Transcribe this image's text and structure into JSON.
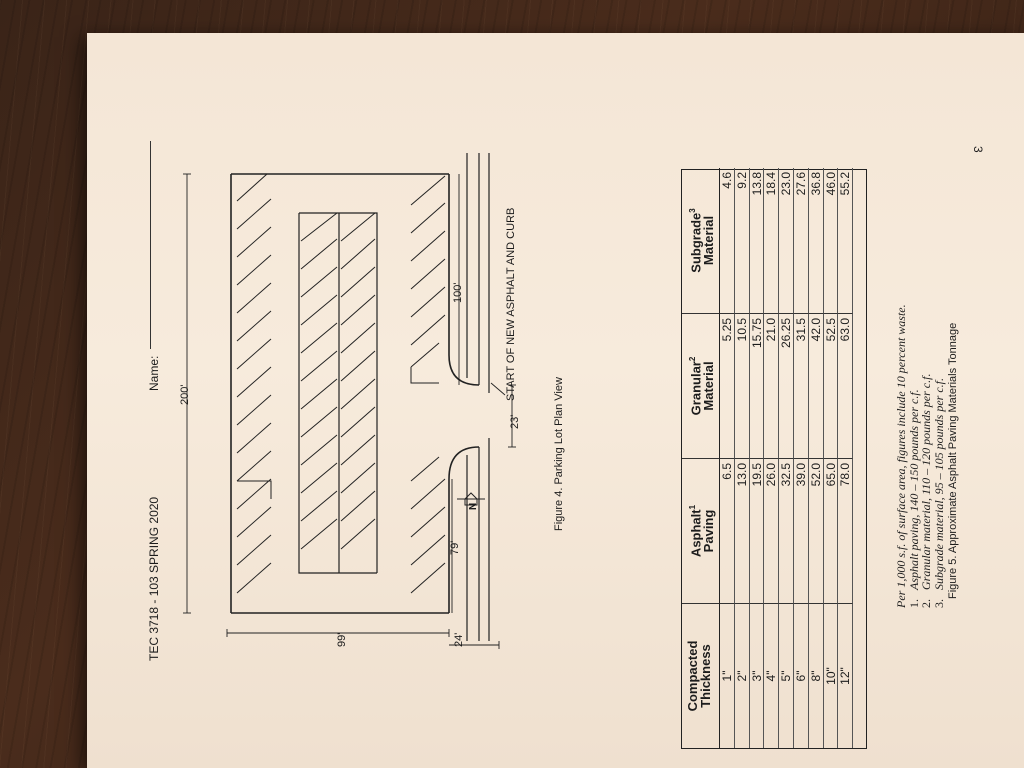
{
  "header": {
    "course": "TEC 3718 - 103 SPRING 2020",
    "name_label": "Name:"
  },
  "page_number": "3",
  "plan": {
    "dim_99": "99'",
    "dim_24": "24'",
    "dim_200": "200'",
    "dim_79": "79'",
    "dim_23": "23'",
    "dim_100": "100'",
    "north": "N",
    "start_label": "START OF NEW ASPHALT AND CURB",
    "caption": "Figure 4. Parking Lot Plan View"
  },
  "table": {
    "headers": [
      {
        "line1": "Compacted",
        "line2": "Thickness",
        "sup": ""
      },
      {
        "line1": "Asphalt",
        "line2": "Paving",
        "sup": "1"
      },
      {
        "line1": "Granular",
        "line2": "Material",
        "sup": "2"
      },
      {
        "line1": "Subgrade",
        "line2": "Material",
        "sup": "3"
      }
    ],
    "rows": [
      [
        "1\"",
        "6.5",
        "5.25",
        "4.6"
      ],
      [
        "2\"",
        "13.0",
        "10.5",
        "9.2"
      ],
      [
        "3\"",
        "19.5",
        "15.75",
        "13.8"
      ],
      [
        "4\"",
        "26.0",
        "21.0",
        "18.4"
      ],
      [
        "5\"",
        "32.5",
        "26.25",
        "23.0"
      ],
      [
        "6\"",
        "39.0",
        "31.5",
        "27.6"
      ],
      [
        "8\"",
        "52.0",
        "42.0",
        "36.8"
      ],
      [
        "10\"",
        "65.0",
        "52.5",
        "46.0"
      ],
      [
        "12\"",
        "78.0",
        "63.0",
        "55.2"
      ]
    ]
  },
  "notes": {
    "intro": "Per 1,000 s.f. of surface area, figures include 10 percent waste.",
    "items": [
      {
        "num": "1.",
        "text": "Asphalt paving, 140 – 150 pounds per c.f."
      },
      {
        "num": "2.",
        "text": "Granular material, 110 – 120 pounds per c.f."
      },
      {
        "num": "3.",
        "text": "Subgrade material, 95 – 105 pounds per c.f."
      }
    ]
  },
  "table_caption": "Figure 5. Approximate Asphalt Paving Materials Tonnage"
}
